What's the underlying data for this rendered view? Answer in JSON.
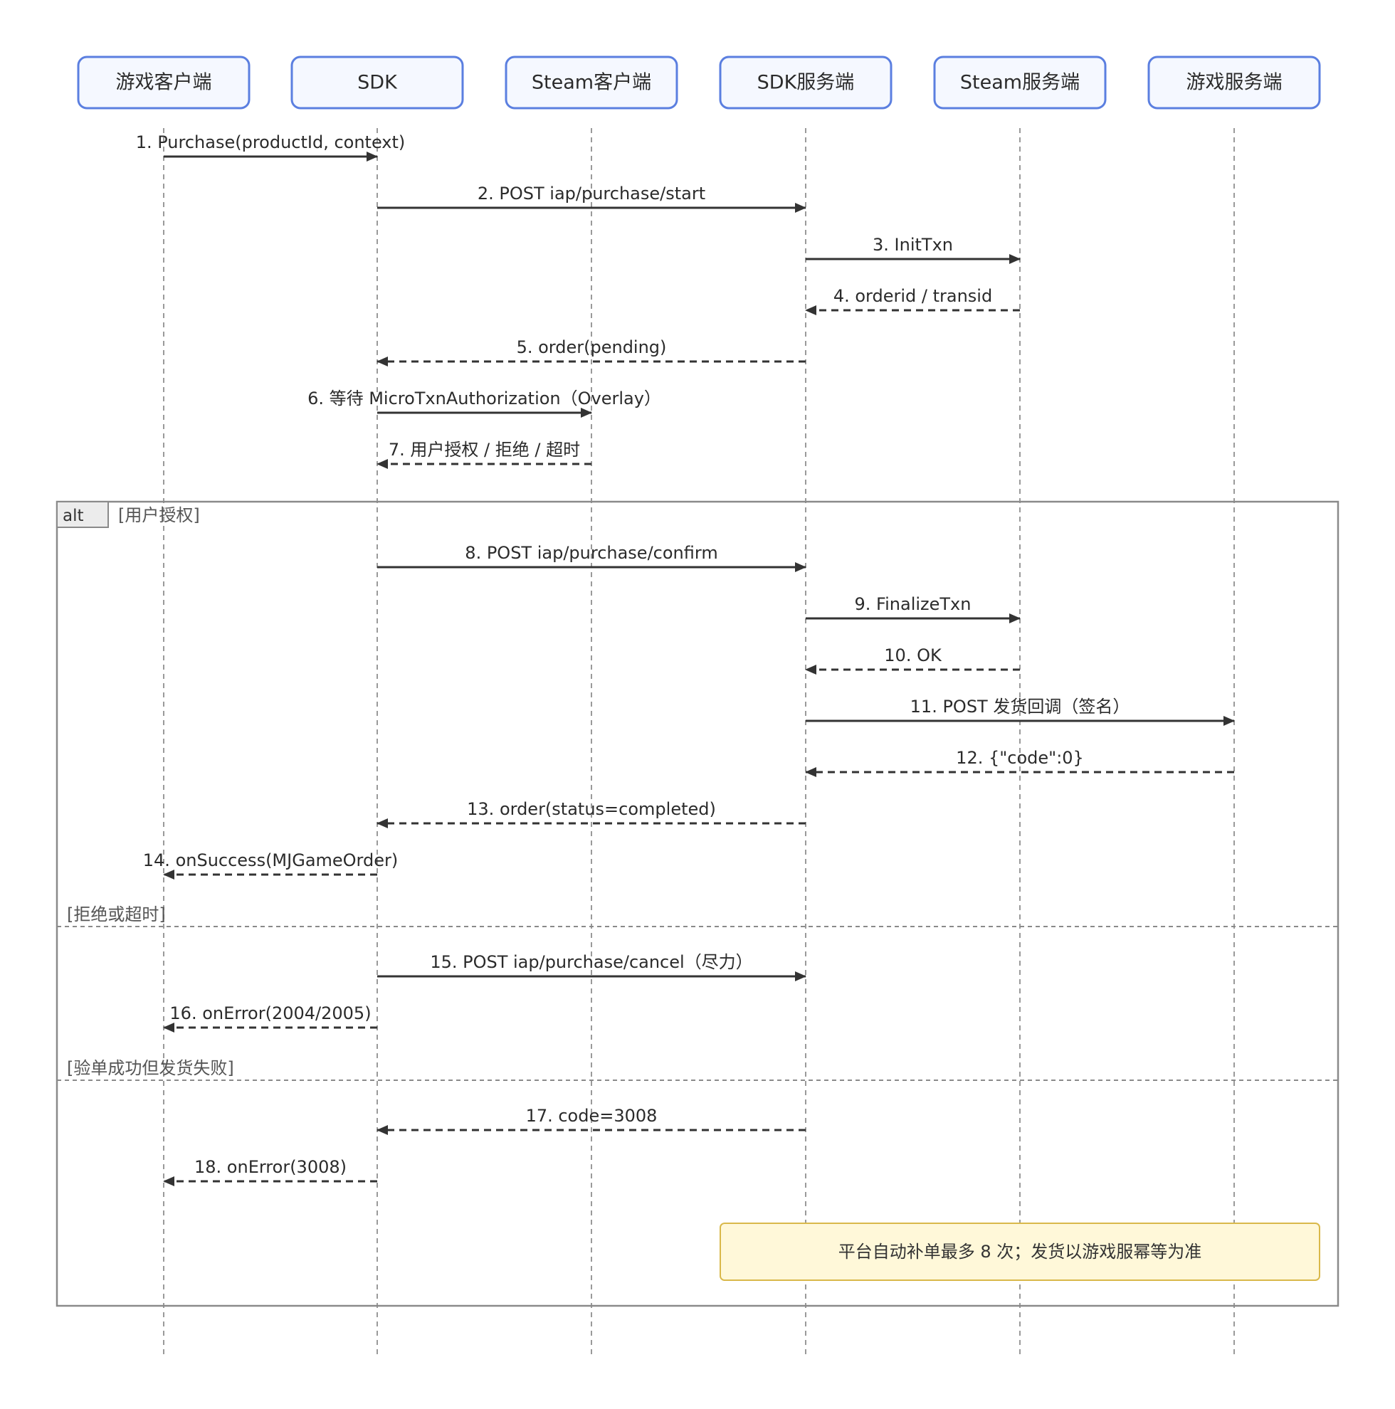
{
  "participants": [
    {
      "id": "client",
      "label": "游戏客户端"
    },
    {
      "id": "sdk",
      "label": "SDK"
    },
    {
      "id": "steam_client",
      "label": "Steam客户端"
    },
    {
      "id": "sdk_server",
      "label": "SDK服务端"
    },
    {
      "id": "steam_server",
      "label": "Steam服务端"
    },
    {
      "id": "game_server",
      "label": "游戏服务端"
    }
  ],
  "messages": [
    {
      "label": "1. Purchase(productId, context)",
      "from": 0,
      "to": 1,
      "dashed": false
    },
    {
      "label": "2. POST iap/purchase/start",
      "from": 1,
      "to": 3,
      "dashed": false
    },
    {
      "label": "3. InitTxn",
      "from": 3,
      "to": 4,
      "dashed": false
    },
    {
      "label": "4. orderid / transid",
      "from": 4,
      "to": 3,
      "dashed": true
    },
    {
      "label": "5. order(pending)",
      "from": 3,
      "to": 1,
      "dashed": true
    },
    {
      "label": "6. 等待 MicroTxnAuthorization（Overlay）",
      "from": 1,
      "to": 2,
      "dashed": false
    },
    {
      "label": "7. 用户授权 / 拒绝 / 超时",
      "from": 2,
      "to": 1,
      "dashed": true
    },
    {
      "label": "8. POST iap/purchase/confirm",
      "from": 1,
      "to": 3,
      "dashed": false
    },
    {
      "label": "9. FinalizeTxn",
      "from": 3,
      "to": 4,
      "dashed": false
    },
    {
      "label": "10. OK",
      "from": 4,
      "to": 3,
      "dashed": true
    },
    {
      "label": "11. POST 发货回调（签名）",
      "from": 3,
      "to": 5,
      "dashed": false
    },
    {
      "label": "12. {\"code\":0}",
      "from": 5,
      "to": 3,
      "dashed": true
    },
    {
      "label": "13. order(status=completed)",
      "from": 3,
      "to": 1,
      "dashed": true
    },
    {
      "label": "14. onSuccess(MJGameOrder)",
      "from": 1,
      "to": 0,
      "dashed": true
    },
    {
      "label": "15. POST iap/purchase/cancel（尽力）",
      "from": 1,
      "to": 3,
      "dashed": false
    },
    {
      "label": "16. onError(2004/2005)",
      "from": 1,
      "to": 0,
      "dashed": true
    },
    {
      "label": "17. code=3008",
      "from": 3,
      "to": 1,
      "dashed": true
    },
    {
      "label": "18. onError(3008)",
      "from": 1,
      "to": 0,
      "dashed": true
    }
  ],
  "alt_frame": {
    "tag": "alt",
    "conditions": [
      "[用户授权]",
      "[拒绝或超时]",
      "[验单成功但发货失败]"
    ]
  },
  "note": {
    "text": "平台自动补单最多 8 次；发货以游戏服幂等为准"
  },
  "colors": {
    "participant_border": "#5b7fe0",
    "participant_fill": "#f5f8ff",
    "note_fill": "#fff8d9",
    "note_border": "#d9b84a",
    "arrow": "#333333"
  }
}
